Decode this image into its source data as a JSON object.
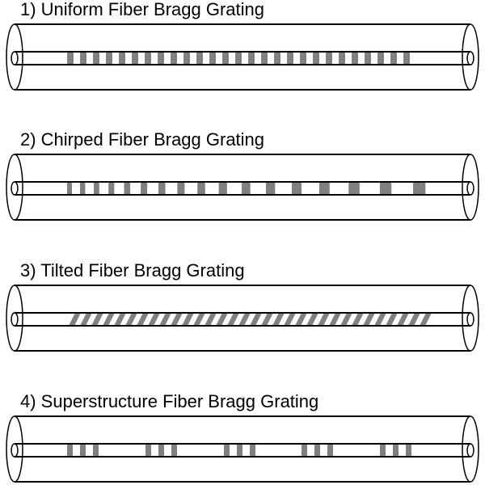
{
  "diagrams": [
    {
      "title": "1) Uniform Fiber Bragg Grating",
      "type": "uniform"
    },
    {
      "title": "2) Chirped Fiber Bragg Grating",
      "type": "chirped"
    },
    {
      "title": "3) Tilted Fiber Bragg Grating",
      "type": "tilted"
    },
    {
      "title": "4) Superstructure Fiber Bragg Grating",
      "type": "superstructure"
    }
  ],
  "colors": {
    "grating": "#808080",
    "outline": "#000000"
  }
}
